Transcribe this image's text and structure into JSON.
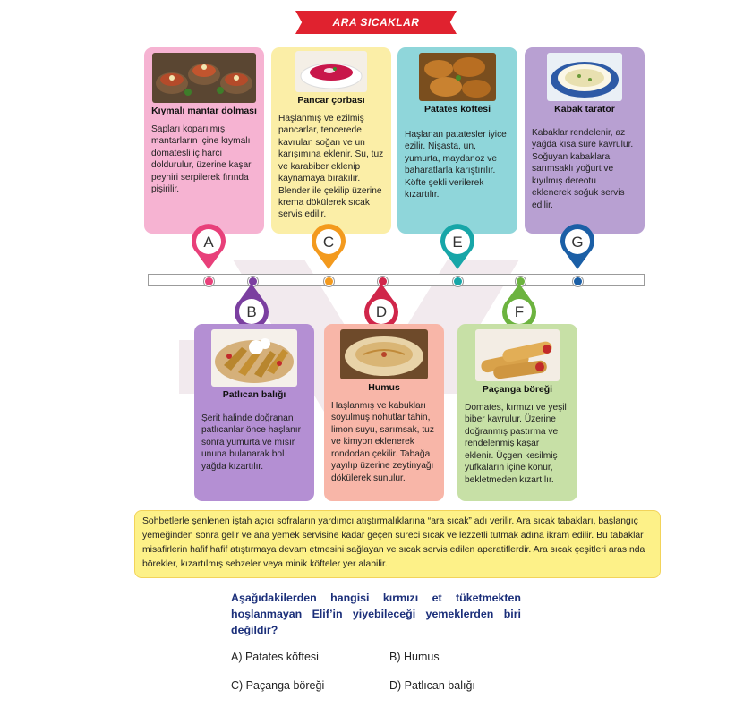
{
  "banner": {
    "title": "ARA SICAKLAR"
  },
  "cards": {
    "A": {
      "title": "Kıymalı mantar dolması",
      "desc": "Sapları koparılmış mantarların içine kıymalı domatesli iç harcı doldurulur, üzerine kaşar peyniri serpilerek fırında pişirilir."
    },
    "C": {
      "title": "Pancar çorbası",
      "desc": "Haşlanmış ve ezilmiş pancarlar, tencerede kavrulan soğan ve un karışımına eklenir. Su, tuz ve karabiber eklenip kaynamaya bırakılır. Blender ile çekilip üzerine krema dökülerek sıcak servis edilir."
    },
    "E": {
      "title": "Patates köftesi",
      "desc": "Haşlanan patatesler iyice ezilir. Nişasta, un, yumurta, maydanoz ve baharatlarla karıştırılır. Köfte şekli verilerek kızartılır."
    },
    "G": {
      "title": "Kabak tarator",
      "desc": "Kabaklar rendelenir, az yağda kısa süre kavrulur. Soğuyan kabaklara sarımsaklı yoğurt ve kıyılmış dereotu eklenerek soğuk servis edilir."
    },
    "B": {
      "title": "Patlıcan balığı",
      "desc": "Şerit halinde doğranan patlıcanlar önce haşlanır sonra yumurta ve mısır ununa bulanarak bol yağda kızartılır."
    },
    "D": {
      "title": "Humus",
      "desc": "Haşlanmış ve kabukları soyulmuş nohutlar tahin, limon suyu, sarımsak, tuz ve kimyon eklenerek rondodan çekilir. Tabağa yayılıp üzerine zeytinyağı dökülerek sunulur."
    },
    "F": {
      "title": "Paçanga böreği",
      "desc": "Domates, kırmızı ve yeşil biber kavrulur. Üzerine doğranmış pastırma ve rendelenmiş kaşar eklenir. Üçgen kesilmiş yufkaların içine konur, bekletmeden kızartılır."
    }
  },
  "pins": {
    "A": "A",
    "B": "B",
    "C": "C",
    "D": "D",
    "E": "E",
    "F": "F",
    "G": "G"
  },
  "colors": {
    "A": "#e8407a",
    "B": "#7b3fa0",
    "C": "#f39a1e",
    "D": "#d0264a",
    "E": "#17a6a8",
    "F": "#6cb33f",
    "G": "#1b5fa6"
  },
  "info_text": "Sohbetlerle şenlenen iştah açıcı sofraların yardımcı atıştırmalıklarına “ara sıcak” adı verilir. Ara sıcak tabakları, başlangıç yemeğinden sonra gelir ve ana yemek servisine kadar geçen süreci sıcak ve lezzetli tutmak adına ikram edilir. Bu tabaklar misafirlerin hafif hafif atıştırmaya devam etmesini sağlayan ve sıcak servis edilen aperatiflerdir. Ara sıcak çeşitleri arasında börekler, kızartılmış sebzeler veya minik köfteler yer alabilir.",
  "question": {
    "text": "Aşağıdakilerden hangisi kırmızı et tüketmekten hoşlanmayan Elif’in yiyebileceği yemeklerden biri ",
    "underlined": "değildir",
    "end": "?"
  },
  "options": {
    "a": "A)  Patates köftesi",
    "b": "B) Humus",
    "c": "C) Paçanga böreği",
    "d": "D) Patlıcan balığı"
  }
}
